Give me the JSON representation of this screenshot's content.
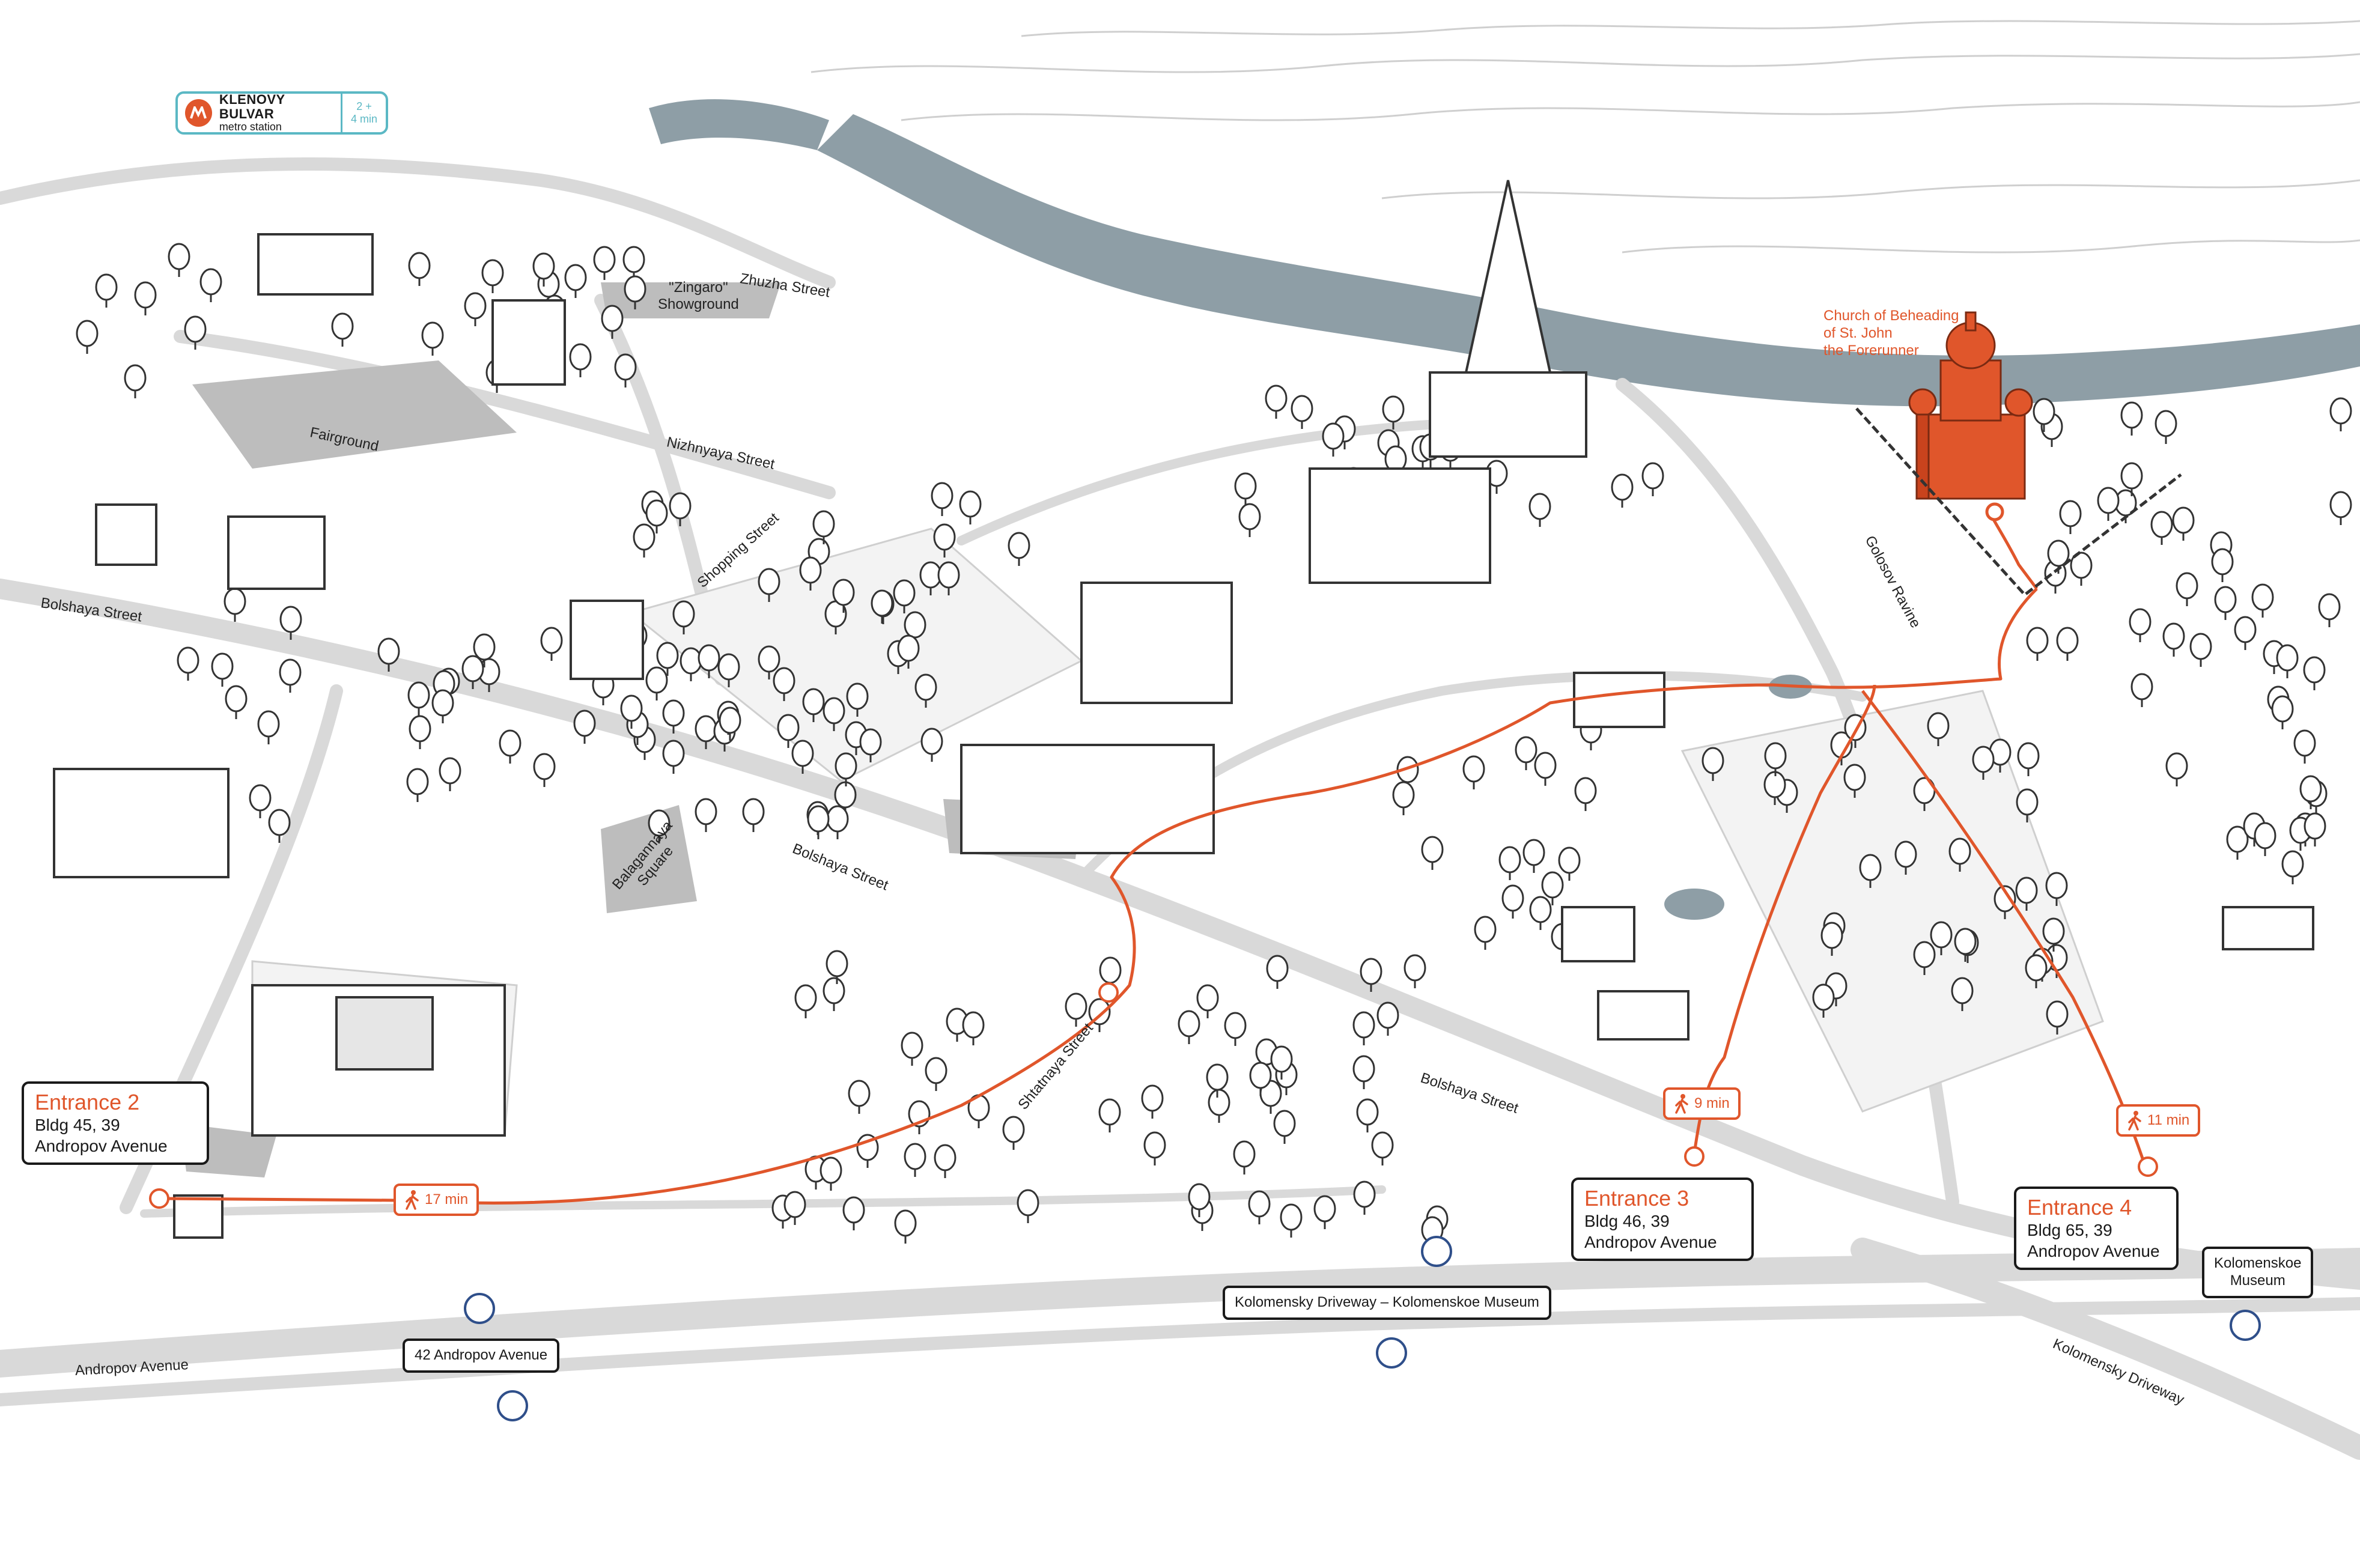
{
  "metro": {
    "name": "KLENOVY BULVAR",
    "subtitle": "metro station",
    "time_top": "2 +",
    "time_bottom": "4 min"
  },
  "streets": {
    "zhuzha": "Zhuzha Street",
    "nizhnyaya": "Nizhnyaya Street",
    "shopping": "Shopping Street",
    "bolshaya_1": "Bolshaya Street",
    "bolshaya_2": "Bolshaya Street",
    "bolshaya_3": "Bolshaya Street",
    "shtatnaya": "Shtatnaya Street",
    "golosov_ravine": "Golosov Ravine",
    "andropov_avenue": "Andropov Avenue",
    "kolomensky_driveway": "Kolomensky Driveway"
  },
  "areas": {
    "zingaro_line1": "\"Zingaro\"",
    "zingaro_line2": "Showground",
    "fairground": "Fairground",
    "balagannaya_line1": "Balagannaya",
    "balagannaya_line2": "Square"
  },
  "church": {
    "line1": "Church of Beheading",
    "line2": "of St. John",
    "line3": "the Forerunner"
  },
  "entrances": [
    {
      "title": "Entrance 2",
      "line1": "Bldg 45, 39",
      "line2": "Andropov Avenue"
    },
    {
      "title": "Entrance 3",
      "line1": "Bldg 46, 39",
      "line2": "Andropov Avenue"
    },
    {
      "title": "Entrance 4",
      "line1": "Bldg 65, 39",
      "line2": "Andropov Avenue"
    }
  ],
  "walk_times": [
    "17 min",
    "9 min",
    "11 min"
  ],
  "bus_stops": {
    "andropov_42": "42 Andropov Avenue",
    "kolomensky_museum": "Kolomensky Driveway – Kolomenskoe Museum",
    "kolomenskoe_line1": "Kolomenskoe",
    "kolomenskoe_line2": "Museum"
  },
  "colors": {
    "route": "#e0562b",
    "river": "#8e9ea6",
    "road": "#d9d9d9",
    "plaza": "#bdbdbd",
    "metro": "#5bb8c4",
    "bus": "#2f4f8a"
  },
  "icons": [
    "metro-icon",
    "walk-icon",
    "bus-icon",
    "church-icon",
    "tree-icon",
    "building-icon"
  ]
}
